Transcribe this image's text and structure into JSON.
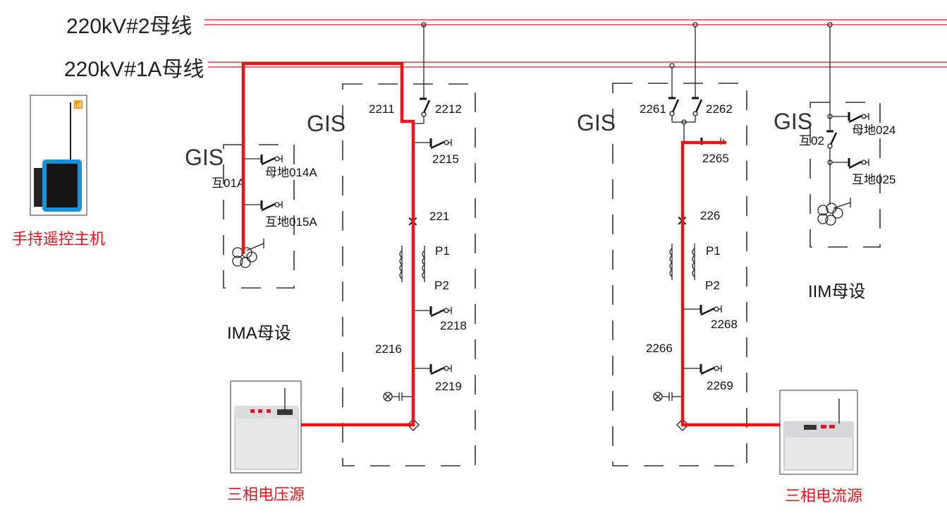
{
  "buses": {
    "bus2": "220kV#2母线",
    "bus1a": "220kV#1A母线"
  },
  "gis_label": "GIS",
  "pt_left": {
    "switch": "互01A",
    "earth1": "母地014A",
    "earth2": "互地015A",
    "title": "IMA母设"
  },
  "bay221": {
    "d1": "2211",
    "d2": "2212",
    "e1": "2215",
    "cb": "221",
    "p1": "P1",
    "p2": "P2",
    "e2": "2218",
    "d3": "2216",
    "e3": "2219"
  },
  "bay226": {
    "d1": "2261",
    "d2": "2262",
    "e1": "2265",
    "cb": "226",
    "p1": "P1",
    "p2": "P2",
    "e2": "2268",
    "d3": "2266",
    "e3": "2269"
  },
  "pt_right": {
    "switch": "互02",
    "earth1": "母地024",
    "earth2": "互地025",
    "title": "IIM母设"
  },
  "devices": {
    "handheld": "手持遥控主机",
    "voltage_source": "三相电压源",
    "current_source": "三相电流源"
  },
  "colors": {
    "test_path": "#e8141c"
  }
}
